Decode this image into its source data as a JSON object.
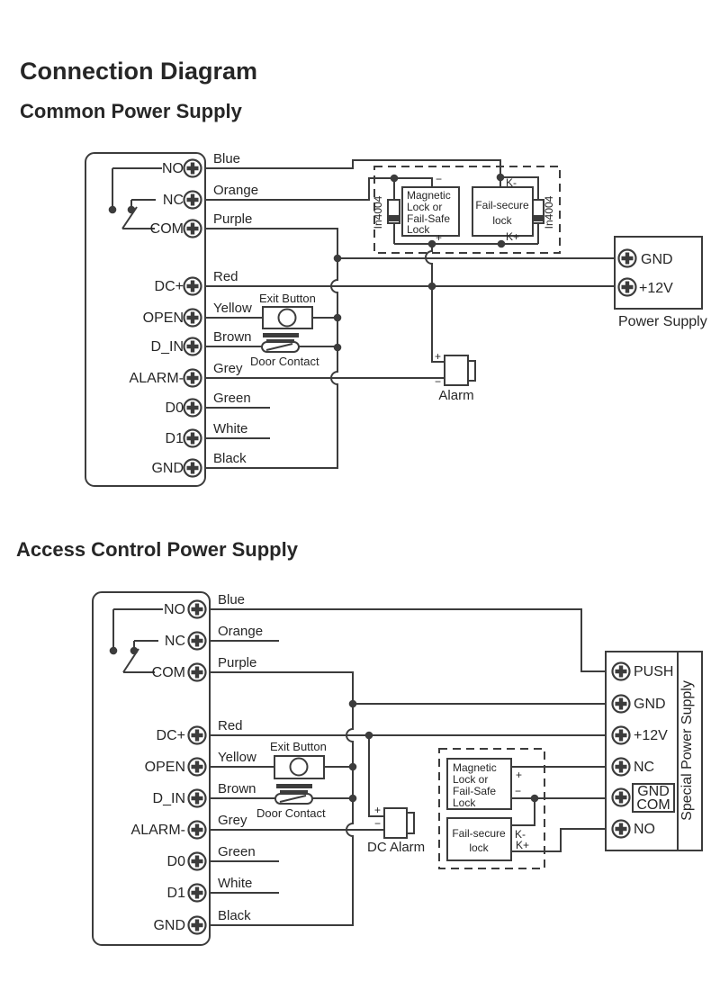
{
  "titles": {
    "main": "Connection Diagram",
    "section1": "Common Power Supply",
    "section2": "Access Control Power Supply"
  },
  "controller": {
    "terminals": [
      "NO",
      "NC",
      "COM",
      "DC+",
      "OPEN",
      "D_IN",
      "ALARM-",
      "D0",
      "D1",
      "GND"
    ],
    "wires": [
      "Blue",
      "Orange",
      "Purple",
      "Red",
      "Yellow",
      "Brown",
      "Grey",
      "Green",
      "White",
      "Black"
    ]
  },
  "components": {
    "exit_button": "Exit Button",
    "door_contact": "Door Contact",
    "alarm": "Alarm",
    "dc_alarm": "DC Alarm",
    "diode": "In4004",
    "magnetic_lock_lines": [
      "Magnetic",
      "Lock or",
      "Fail-Safe",
      "Lock"
    ],
    "fail_secure_lines": [
      "Fail-secure",
      "lock"
    ],
    "plus": "+",
    "minus": "−",
    "k_minus": "K-",
    "k_plus": "K+"
  },
  "power_supply": {
    "label": "Power Supply",
    "gnd": "GND",
    "v12": "+12V"
  },
  "special_power_supply": {
    "label": "Special Power Supply",
    "push": "PUSH",
    "gnd": "GND",
    "v12": "+12V",
    "nc": "NC",
    "gnd2": "GND",
    "com": "COM",
    "no": "NO"
  },
  "colors": {
    "line": "#3c3c3c",
    "text": "#262626",
    "background": "#ffffff"
  }
}
